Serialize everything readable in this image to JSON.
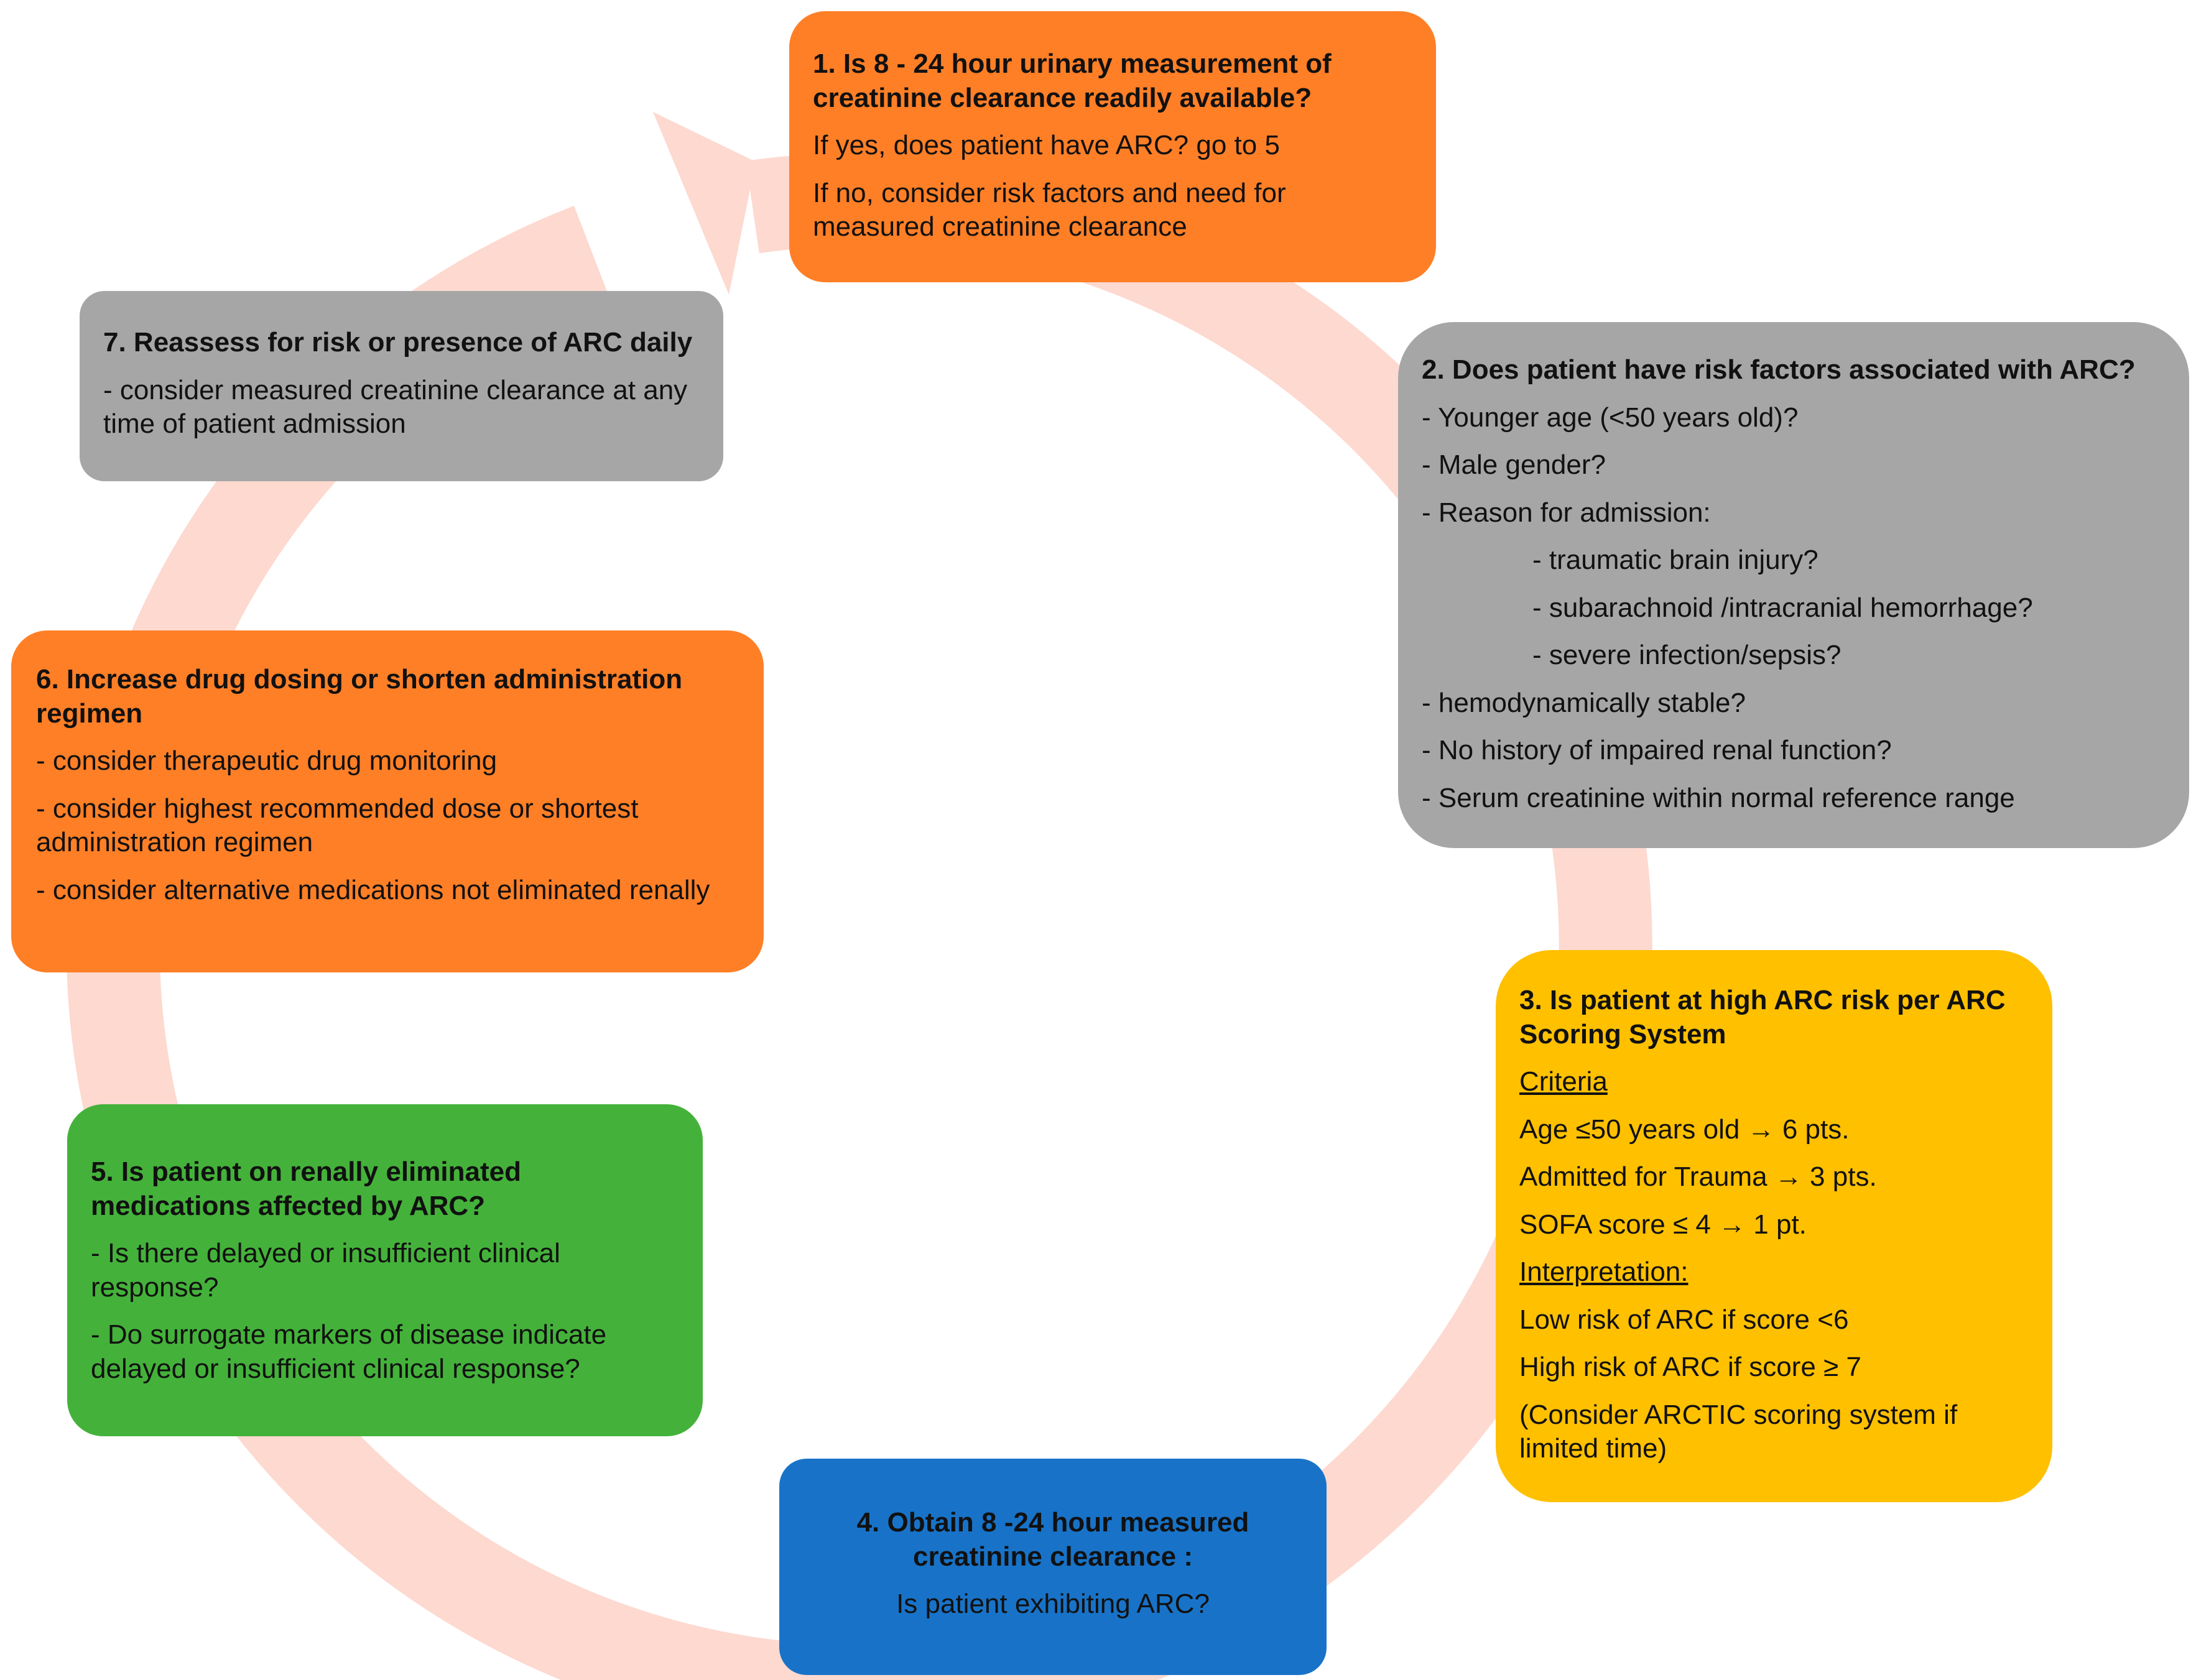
{
  "diagram": {
    "colors": {
      "orange": "#FF7F27",
      "gray": "#A6A6A6",
      "yellow": "#FFC000",
      "blue": "#1873C8",
      "green": "#44B23A",
      "cycle_arrow": "#FDD9D0"
    },
    "step1": {
      "title": "1. Is 8 - 24 hour urinary measurement of creatinine clearance readily available?",
      "lines": [
        "If yes, does patient have ARC? go to 5",
        "If no, consider risk factors and need for measured creatinine clearance"
      ]
    },
    "step2": {
      "title": "2. Does patient have risk factors associated with ARC?",
      "lines": [
        "- Younger age (<50 years old)?",
        "- Male gender?",
        "- Reason for admission:"
      ],
      "sublines": [
        "- traumatic brain injury?",
        "- subarachnoid /intracranial hemorrhage?",
        "- severe infection/sepsis?"
      ],
      "lines_after": [
        "- hemodynamically stable?",
        "- No history of impaired renal function?",
        "- Serum creatinine within normal reference range"
      ]
    },
    "step3": {
      "title": "3. Is patient at high ARC risk per ARC Scoring System",
      "criteria_heading": "Criteria",
      "criteria": [
        "Age ≤50 years old → 6 pts.",
        "Admitted for Trauma → 3 pts.",
        "SOFA score ≤ 4 → 1 pt."
      ],
      "interpretation_heading": "Interpretation:",
      "interpretation": [
        "Low risk of ARC if score <6",
        "High risk of ARC if score ≥ 7",
        "(Consider ARCTIC scoring system if limited time)"
      ]
    },
    "step4": {
      "title": "4. Obtain 8 -24 hour measured creatinine clearance :",
      "line": "Is patient exhibiting ARC?"
    },
    "step5": {
      "title": "5. Is patient on renally eliminated medications affected by ARC?",
      "lines": [
        "- Is there delayed or insufficient clinical response?",
        "- Do surrogate markers of disease indicate delayed or insufficient clinical response?"
      ]
    },
    "step6": {
      "title": "6. Increase drug dosing or shorten administration regimen",
      "lines": [
        "- consider therapeutic drug monitoring",
        "- consider highest recommended dose or shortest administration regimen",
        "- consider alternative medications not eliminated renally"
      ]
    },
    "step7": {
      "title": "7. Reassess for risk or presence of ARC daily",
      "lines": [
        "- consider measured creatinine clearance at any time of patient admission"
      ]
    }
  }
}
